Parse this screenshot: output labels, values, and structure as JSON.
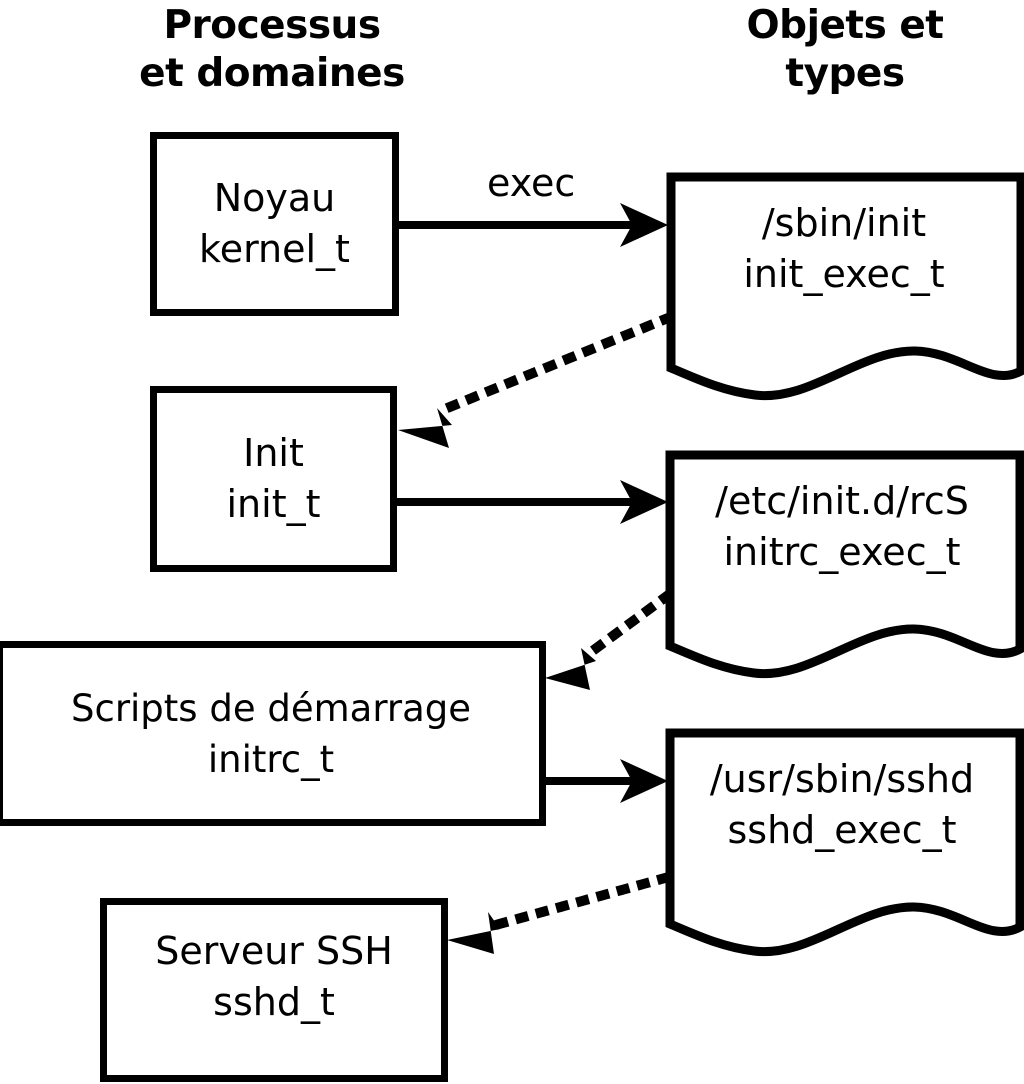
{
  "diagram": {
    "title_left": "Processus\net domaines",
    "title_right": "Objets et\ntypes"
  },
  "process_nodes": [
    {
      "id": "kernel",
      "label": "Noyau\nkernel_t"
    },
    {
      "id": "init",
      "label": "Init\ninit_t"
    },
    {
      "id": "initrc",
      "label": "Scripts de démarrage\ninitrc_t"
    },
    {
      "id": "sshd",
      "label": "Serveur SSH\nsshd_t"
    }
  ],
  "object_nodes": [
    {
      "id": "init_exec",
      "label": "/sbin/init\ninit_exec_t"
    },
    {
      "id": "initrc_exec",
      "label": "/etc/init.d/rcS\ninitrc_exec_t"
    },
    {
      "id": "sshd_exec",
      "label": "/usr/sbin/sshd\nsshd_exec_t"
    }
  ],
  "edges": [
    {
      "id": "kernel-exec-initexec",
      "label": "exec",
      "style": "solid"
    },
    {
      "id": "initexec-transition-init",
      "label": "",
      "style": "dotted"
    },
    {
      "id": "init-exec-initrcexec",
      "label": "",
      "style": "solid"
    },
    {
      "id": "initrcexec-transition-initrc",
      "label": "",
      "style": "dotted"
    },
    {
      "id": "initrc-exec-sshdexec",
      "label": "",
      "style": "solid"
    },
    {
      "id": "sshdexec-transition-sshd",
      "label": "",
      "style": "dotted"
    }
  ],
  "colors": {
    "stroke": "#000000",
    "fill": "#ffffff"
  }
}
